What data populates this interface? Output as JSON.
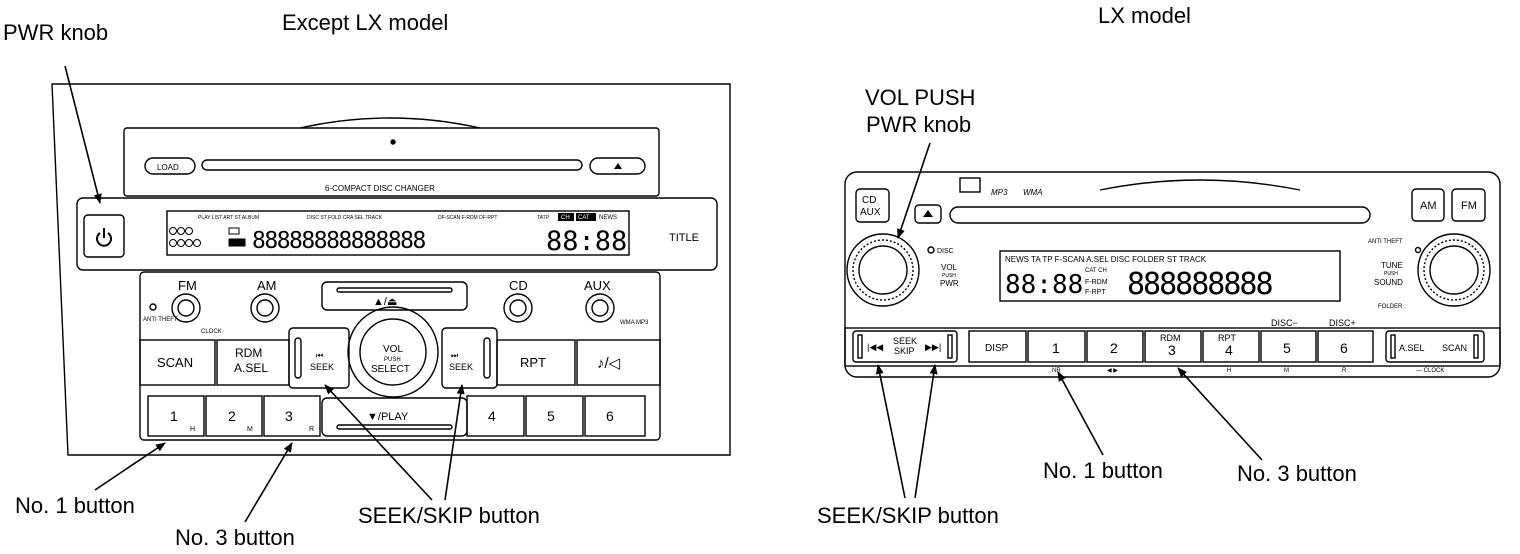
{
  "left_unit": {
    "model_title": "Except LX model",
    "changer_label": "6-COMPACT  DISC  CHANGER",
    "load_label": "LOAD",
    "eject_icon": "eject-icon",
    "power_icon": "power-icon",
    "title_label": "TITLE",
    "lcd_top_a": "PLAY LIST ART ST ALBUM",
    "lcd_top_b": "DISC ST FOLD CRA SEL TRACK",
    "lcd_top_c": "DF-SCAN F-RDM DF-RPT",
    "lcd_top_d": "TATP",
    "lcd_top_ch": "CH",
    "lcd_top_cat": "CAT",
    "lcd_top_news": "NEWS",
    "lcd_digits": "88888888888888",
    "lcd_clock": "88:88",
    "fm_label": "FM",
    "am_label": "AM",
    "cd_label": "CD",
    "aux_label": "AUX",
    "anti_theft": "ANTI THEFT",
    "clock_label": "CLOCK",
    "wma_mp3": "WMA MP3",
    "eject_play": "▲/⏏",
    "scan_label": "SCAN",
    "rdm_label": "RDM",
    "asel_label": "A.SEL",
    "seek_left": "SEEK",
    "seek_right": "SEEK",
    "vol_label": "VOL",
    "push_label": "PUSH",
    "select_label": "SELECT",
    "rpt_label": "RPT",
    "sound_icon": "♪/◁",
    "play_label": "▼/PLAY",
    "presets": [
      "1",
      "2",
      "3",
      "4",
      "5",
      "6"
    ],
    "preset_subs": [
      "H",
      "M",
      "R"
    ]
  },
  "right_unit": {
    "model_title": "LX model",
    "cd_aux": "CD AUX",
    "mp3": "MP3",
    "wma": "WMA",
    "am": "AM",
    "fm": "FM",
    "disc": "DISC",
    "vol": "VOL",
    "push": "PUSH",
    "pwr": "PWR",
    "anti_theft": "ANTI THEFT",
    "tune": "TUNE",
    "push2": "PUSH",
    "sound": "SOUND",
    "folder": "FOLDER",
    "lcd_top": "NEWS  TA TP F-SCAN  A.SEL  DISC  FOLDER ST  TRACK",
    "lcd_cat": "CAT CH",
    "lcd_frdm": "F-RDM",
    "lcd_frpt": "F-RPT",
    "lcd_clock": "88:88",
    "lcd_digits": "888888888",
    "seek": "SEEK",
    "skip": "SKIP",
    "disp": "DISP",
    "presets": [
      "1",
      "2",
      "3",
      "4",
      "5",
      "6"
    ],
    "rdm": "RDM",
    "rpt": "RPT",
    "disc_minus": "DISC−",
    "disc_plus": "DISC+",
    "asel": "A.SEL",
    "scan": "SCAN",
    "sub_nr": "NR",
    "sub_arrows": "◀ ▶",
    "sub_h": "H",
    "sub_m": "M",
    "sub_r": "R",
    "clock": "— CLOCK"
  },
  "callouts": {
    "pwr_knob_left": "PWR knob",
    "no1_left": "No. 1 button",
    "no3_left": "No. 3 button",
    "seek_left": "SEEK/SKIP button",
    "vol_push_pwr_line1": "VOL PUSH",
    "vol_push_pwr_line2": "PWR knob",
    "no1_right": "No. 1 button",
    "no3_right": "No. 3 button",
    "seek_right": "SEEK/SKIP button"
  }
}
